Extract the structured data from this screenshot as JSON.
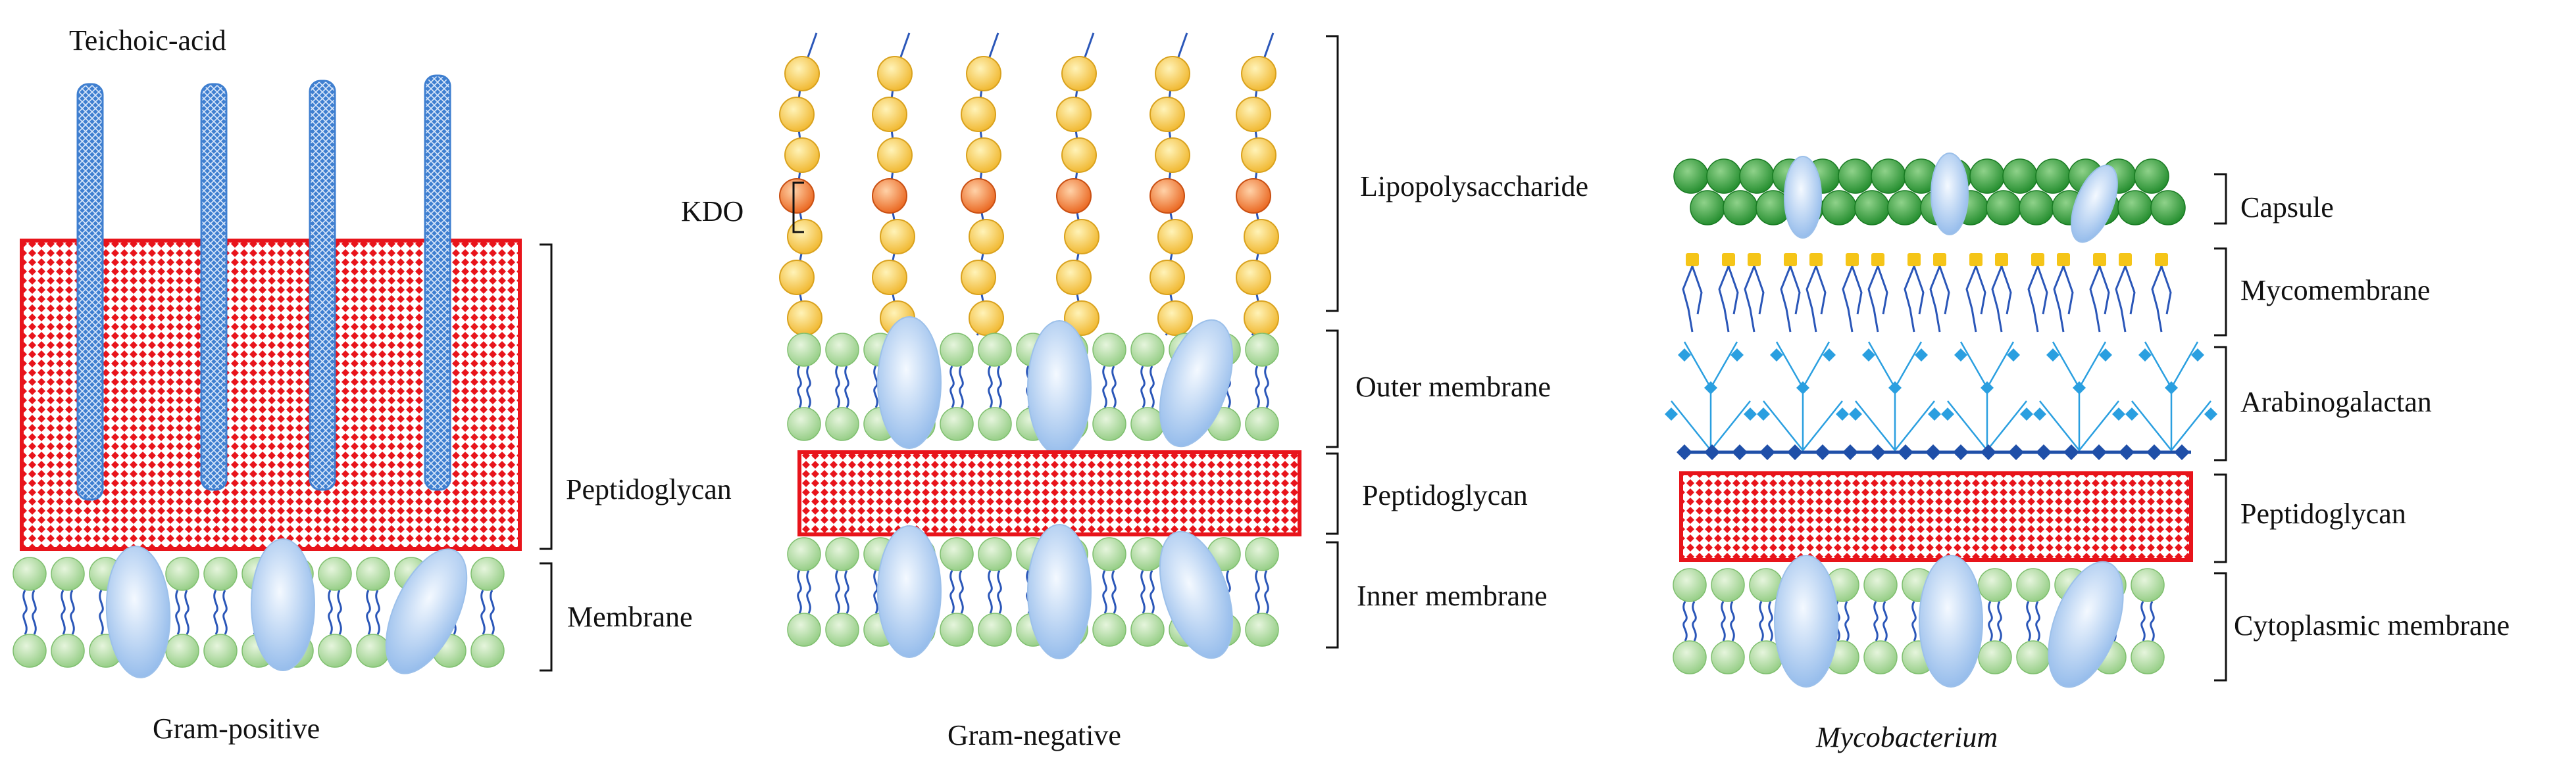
{
  "colors": {
    "peptidoglycan": "#e8141b",
    "teichoic_acid": "#3f7fd0",
    "lipid_head": "#a9d89a",
    "lipid_tail": "#2a56b8",
    "protein": "#b9d4f2",
    "sugar": "#f6c842",
    "kdo": "#f07a28",
    "capsule": "#35a43a",
    "mycolic_head": "#f5c518",
    "arabinogalactan": "#2a9fe0"
  },
  "panels": {
    "gram_positive": {
      "title": "Gram-positive",
      "teichoic_label": "Teichoic-acid",
      "layers": [
        "Peptidoglycan",
        "Membrane"
      ]
    },
    "gram_negative": {
      "title": "Gram-negative",
      "kdo_label": "KDO",
      "layers": [
        "Lipopolysaccharide",
        "Outer membrane",
        "Peptidoglycan",
        "Inner membrane"
      ]
    },
    "mycobacterium": {
      "title": "Mycobacterium",
      "layers": [
        "Capsule",
        "Mycomembrane",
        "Arabinogalactan",
        "Peptidoglycan",
        "Cytoplasmic membrane"
      ]
    }
  }
}
